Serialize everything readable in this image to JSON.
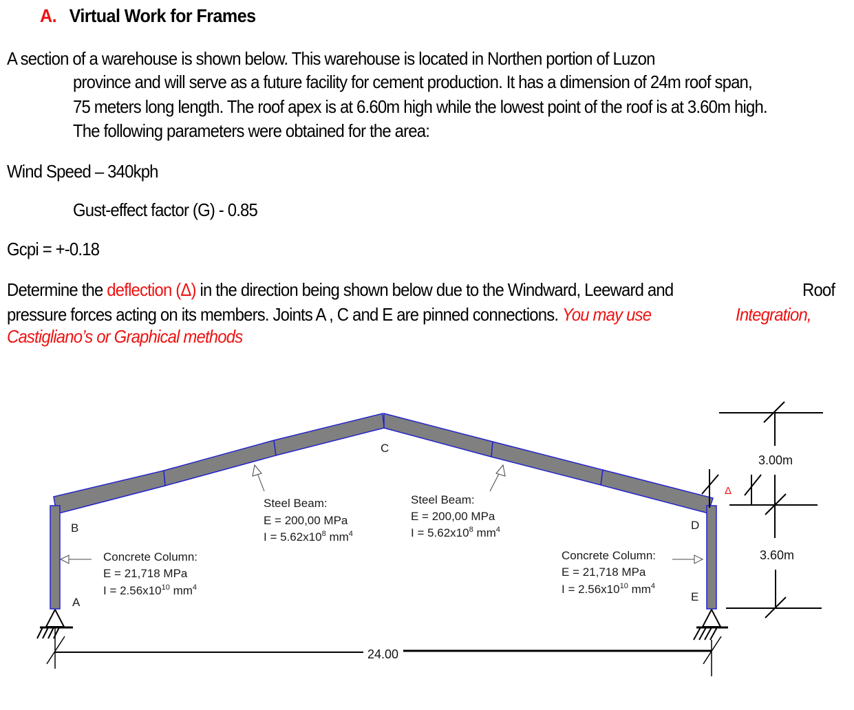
{
  "heading": {
    "number": "A.",
    "title": "Virtual Work for Frames"
  },
  "intro": {
    "line1": "A section of a warehouse is shown below. This warehouse is located in  Northen portion of Luzon",
    "line2": "province and will serve as a future facility for cement production. It has a dimension of 24m roof span,",
    "line3": "75 meters long length. The roof apex is at 6.60m high while the lowest point of the roof is at 3.60m high.",
    "line4": "The following parameters were obtained for the area:"
  },
  "parameters": {
    "wind_speed": "Wind Speed – 340kph",
    "gust_factor": "Gust-effect factor (G) - 0.85",
    "gcpi": "Gcpi = +-0.18"
  },
  "task": {
    "p1_pre": "Determine the ",
    "p1_red": "deflection (Δ)",
    "p1_post": " in the direction being shown below due to the Windward, Leeward and",
    "p1_roof": "Roof",
    "p2_pre": "pressure forces acting on its members. Joints A , C and E are pinned connections. ",
    "p2_red1": "You may use",
    "p2_red2": "Integration,",
    "p3_red": "Castigliano’s or Graphical methods"
  },
  "diagram": {
    "joints": {
      "A": "A",
      "B": "B",
      "C": "C",
      "D": "D",
      "E": "E"
    },
    "left_column": {
      "title": "Concrete Column:",
      "E": "E = 21,718 MPa",
      "I_pre": "I =  2.56x10",
      "I_exp": "10",
      "I_unit": " mm",
      "I_unit_exp": "4"
    },
    "right_column": {
      "title": "Concrete Column:",
      "E": "E = 21,718 MPa",
      "I_pre": "I =  2.56x10",
      "I_exp": "10",
      "I_unit": " mm",
      "I_unit_exp": "4"
    },
    "left_beam": {
      "title": "Steel Beam:",
      "E": "E = 200,00 MPa",
      "I_pre": "I =  5.62x10",
      "I_exp": "8",
      "I_unit": " mm",
      "I_unit_exp": "4"
    },
    "right_beam": {
      "title": "Steel Beam:",
      "E": "E = 200,00 MPa",
      "I_pre": "I =  5.62x10",
      "I_exp": "8",
      "I_unit": " mm",
      "I_unit_exp": "4"
    },
    "delta_symbol": "Δ",
    "dimensions": {
      "span": "24.00",
      "roof_rise": "3.00m",
      "column_height": "3.60m"
    },
    "colors": {
      "member_fill": "#808080",
      "member_edge": "#2222cc",
      "accent_red": "#ee1111"
    }
  }
}
